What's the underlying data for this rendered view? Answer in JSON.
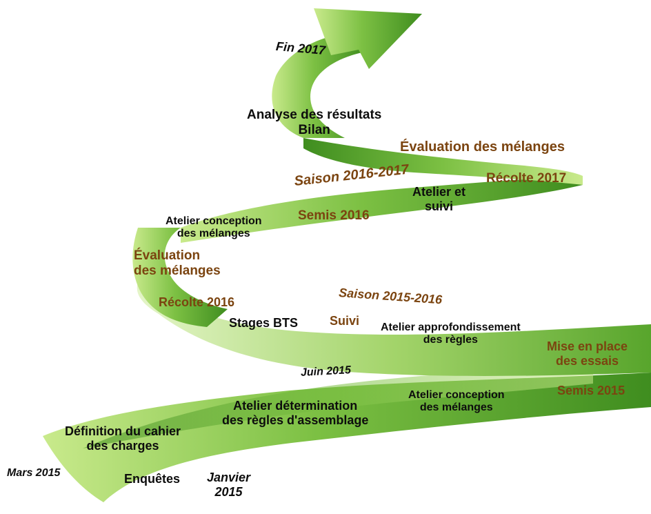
{
  "colors": {
    "ribbon_light": "#c9ea8c",
    "ribbon_mid": "#7cc043",
    "ribbon_dark": "#3f8d1f",
    "label_black": "#0d0d0d",
    "label_brown": "#7b4410"
  },
  "milestones": {
    "mars_2015": "Mars 2015",
    "janvier_2015_l1": "Janvier",
    "janvier_2015_l2": "2015",
    "juin_2015": "Juin 2015",
    "saison_2015_2016": "Saison 2015-2016",
    "saison_2016_2017": "Saison 2016-2017",
    "fin_2017": "Fin 2017"
  },
  "steps": {
    "enquetes": "Enquêtes",
    "cahier_l1": "Définition du cahier",
    "cahier_l2": "des charges",
    "determination_l1": "Atelier détermination",
    "determination_l2": "des règles d'assemblage",
    "conception1_l1": "Atelier conception",
    "conception1_l2": "des mélanges",
    "mise_en_place_l1": "Mise en place",
    "mise_en_place_l2": "des essais",
    "semis_2015": "Semis 2015",
    "approfondissement_l1": "Atelier approfondissement",
    "approfondissement_l2": "des règles",
    "suivi": "Suivi",
    "stages_bts": "Stages BTS",
    "recolte_2016": "Récolte 2016",
    "evaluation1_l1": "Évaluation",
    "evaluation1_l2": "des mélanges",
    "conception2_l1": "Atelier conception",
    "conception2_l2": "des mélanges",
    "semis_2016": "Semis 2016",
    "atelier_suivi_l1": "Atelier et",
    "atelier_suivi_l2": "suivi",
    "recolte_2017": "Récolte 2017",
    "evaluation2": "Évaluation des mélanges",
    "analyse_l1": "Analyse des résultats",
    "analyse_l2": "Bilan"
  }
}
